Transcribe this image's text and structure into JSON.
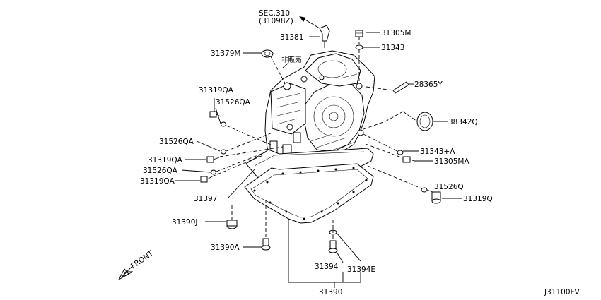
{
  "diagram": {
    "ref_code": "J31100FV",
    "sec_ref": "SEC.310",
    "sec_ref_sub": "(31098Z)",
    "not_for_sale": "非販売",
    "front": "FRONT",
    "parts": {
      "p31381": "31381",
      "p31305M": "31305M",
      "p31343": "31343",
      "p31379M": "31379M",
      "p28365Y": "28365Y",
      "p31319QA_1": "31319QA",
      "p31526QA_1": "31526QA",
      "p38342Q": "38342Q",
      "p31526QA_2": "31526QA",
      "p31343A": "31343+A",
      "p31319QA_2": "31319QA",
      "p31305MA": "31305MA",
      "p31526QA_3": "31526QA",
      "p31319QA_3": "31319QA",
      "p31526Q": "31526Q",
      "p31397": "31397",
      "p31319Q": "31319Q",
      "p31390J": "31390J",
      "p31390A": "31390A",
      "p31394": "31394",
      "p31394E": "31394E",
      "p31390": "31390"
    }
  }
}
